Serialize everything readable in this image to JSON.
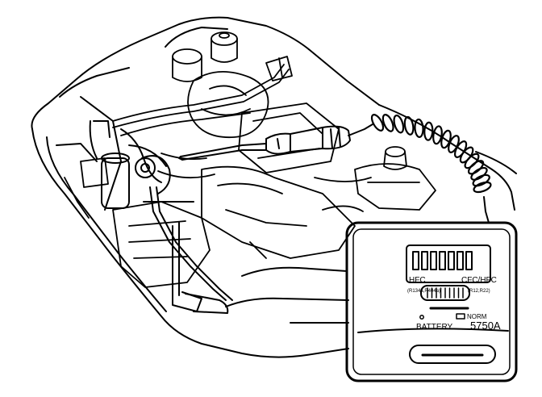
{
  "illustration": {
    "subject": "engine-bay-with-refrigerant-leak-detector",
    "line_color": "#000000",
    "background": "#ffffff"
  },
  "detector": {
    "label_hfc": "HFC",
    "label_hfc_sub": "(R134a,R404a)",
    "label_cfc": "CFC/HFC",
    "label_cfc_sub": "(R12,R22)",
    "label_norm": "NORM",
    "label_battery": "BATTERY",
    "label_model": "5750A",
    "indicator_segments": 7,
    "icon": "leak-detector-icon"
  },
  "probe": {
    "icon": "sniffer-probe-icon"
  },
  "cord": {
    "icon": "coiled-cord-icon"
  }
}
